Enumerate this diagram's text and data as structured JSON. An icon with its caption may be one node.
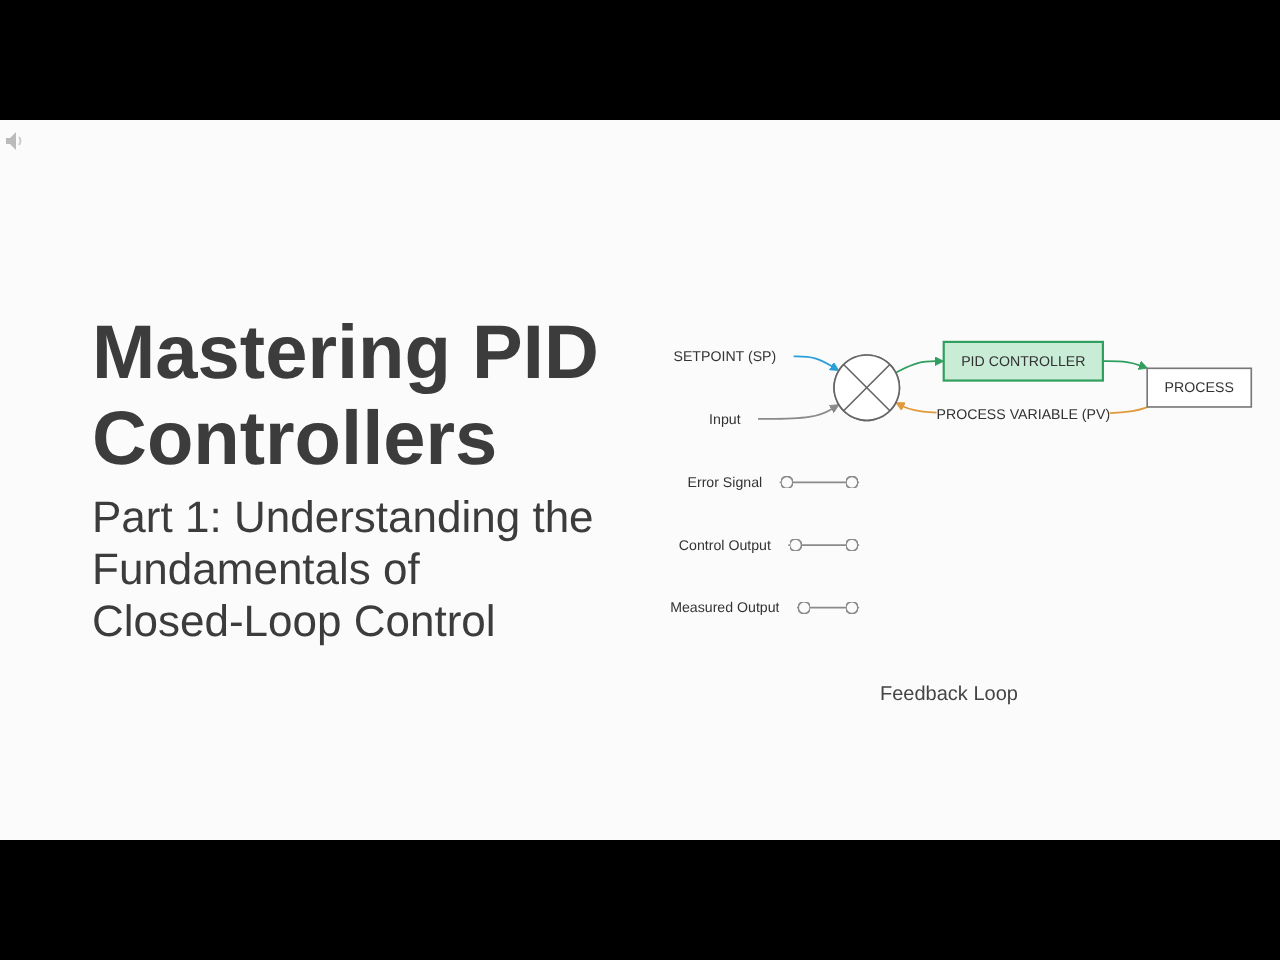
{
  "diagram": {
    "title": "Mastering PID Controllers",
    "nodes": [
      {
        "text": [
          "SETPOINT (SP)"
        ]
      },
      {
        "text": [],
        "shape": "circle"
      },
      {
        "text": [
          "PID CONTROLLER"
        ]
      },
      {
        "text": [
          "PROCESS"
        ]
      },
      {
        "text": [
          "Input"
        ]
      },
      {
        "text": [
          "Error Signal"
        ]
      },
      {
        "text": [
          "Control Output"
        ]
      },
      {
        "text": [
          "Measured Output"
        ]
      }
    ],
    "edges": [
      {
        "from": 0,
        "to": 1,
        "arrow": "to",
        "color": "#2a9fd8"
      },
      {
        "from": 1,
        "to": 2,
        "arrow": "to",
        "color": "#2f9e5f"
      },
      {
        "from": 2,
        "to": 3,
        "arrow": "to",
        "color": "#2f9e5f"
      },
      {
        "from": 3,
        "to": 1,
        "arrow": "to",
        "label": "PROCESS VARIABLE (PV)",
        "color": "#e09a3c"
      },
      {
        "from": 4,
        "to": 1,
        "arrow": "to"
      },
      {
        "from": 5,
        "to": null,
        "arrow": "other"
      },
      {
        "from": 6,
        "to": null,
        "arrow": "other"
      },
      {
        "from": 7,
        "to": null,
        "arrow": "other"
      }
    ],
    "labels": [
      "Part 1: Understanding the Fundamentals of Closed-Loop Control",
      "Feedback Loop"
    ]
  }
}
